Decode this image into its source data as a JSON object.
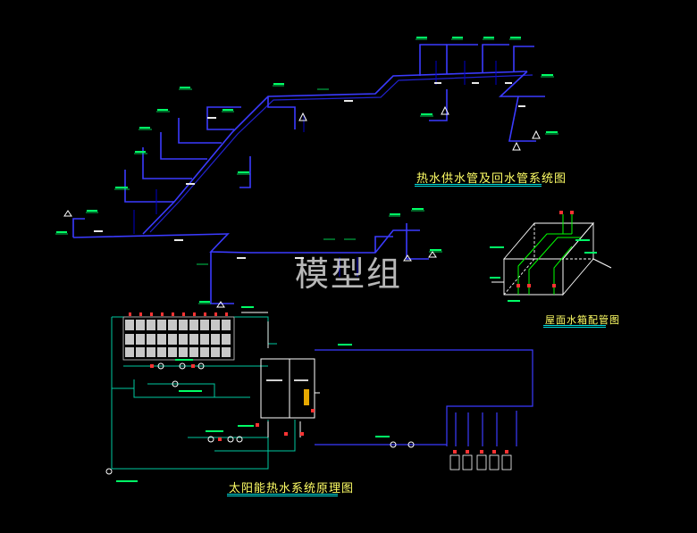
{
  "titles": {
    "supply_return": "热水供水管及回水管系统图",
    "roof_tank": "屋面水箱配管图",
    "solar_principle": "太阳能热水系统原理图"
  },
  "watermark": "模型组",
  "colors": {
    "background": "#000000",
    "pipe_main": "#3b3bff",
    "pipe_branch": "#0000c8",
    "annotation": "#00ff66",
    "title": "#ffff66",
    "title_underline": "#00e0e0",
    "equipment": "#ffffff",
    "collector": "#d0d0d0",
    "valve": "#ff3333",
    "tank_detail": "#00ff00"
  }
}
